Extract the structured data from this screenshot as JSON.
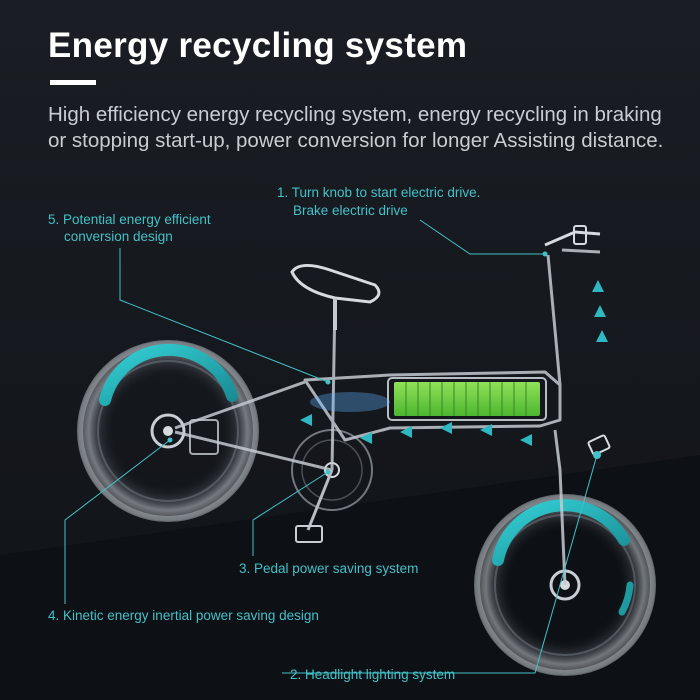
{
  "heading": {
    "title": "Energy recycling system",
    "description": "High efficiency energy recycling system, energy recycling in braking or stopping start-up, power conversion for longer Assisting distance."
  },
  "callouts": {
    "c1_line1": "1. Turn knob to start electric drive.",
    "c1_line2": "Brake electric drive",
    "c2": "2. Headlight lighting system",
    "c3": "3. Pedal power saving system",
    "c4": "4. Kinetic energy inertial power saving design",
    "c5_line1": "5. Potential energy efficient",
    "c5_line2": "conversion design"
  },
  "colors": {
    "accent": "#43c1c9",
    "battery": "#7ee64a",
    "background": "#15181d"
  }
}
